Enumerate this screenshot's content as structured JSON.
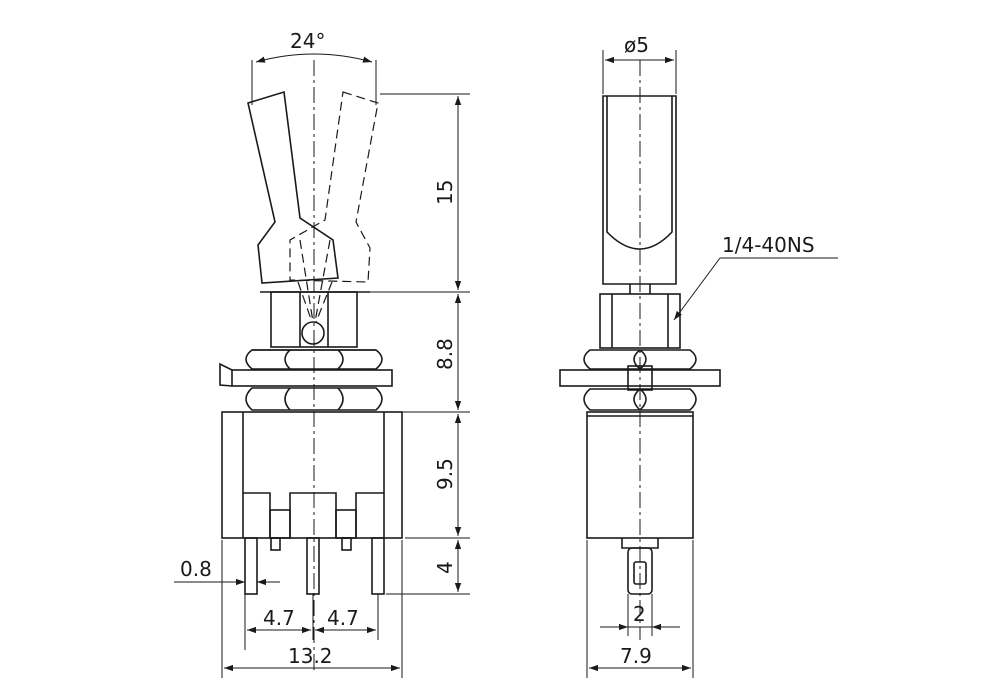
{
  "dimensions": {
    "lever_angle": "24°",
    "lever_diameter": "ø5",
    "thread_spec": "1/4-40NS",
    "lever_height": "15",
    "bushing_height": "8.8",
    "body_height": "9.5",
    "terminal_length": "4",
    "terminal_thickness": "0.8",
    "terminal_pitch_left": "4.7",
    "terminal_pitch_right": "4.7",
    "body_width": "13.2",
    "terminal_width": "2",
    "body_depth": "7.9"
  }
}
